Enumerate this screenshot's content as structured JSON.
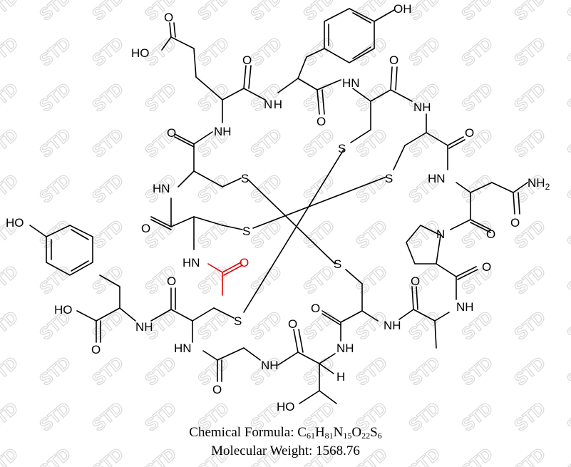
{
  "watermark": {
    "text": "STD",
    "color": "#d9d9d9"
  },
  "structure": {
    "highlight_color": "#e00000",
    "atom_labels": {
      "top_oh": "OH",
      "glu_acid_ho": "HO",
      "glu_o_top": "O",
      "glu_o_carbonyl": "O",
      "nh_tyr": "N H",
      "o_tyr_carbonyl": "O",
      "nh_cys_top": "HN",
      "o_cys_top": "O",
      "nh_asn": "NH",
      "o_cys_top_right": "O",
      "nh_glu": "NH",
      "o_glu_left": "O",
      "s_top_left": "S",
      "s_center_left": "S",
      "s_center_right": "S",
      "hn_asn": "HN",
      "nh2": "NH2",
      "o_asn": "O",
      "hn_cys_left": "HN",
      "o_cys_left": "O",
      "s_mid": "S",
      "n_pro": "N",
      "o_pro": "O",
      "ho_tyr_left": "HO",
      "hn_red": "HN",
      "o_red": "O",
      "s_right_mid": "S",
      "o_pro_ala": "O",
      "nh_ala": "NH",
      "ho_acid": "HO",
      "o_acid": "O",
      "nh_tyr_left": "NH",
      "o_cys_bottom": "O",
      "s_bottom": "S",
      "o_thr_top": "O",
      "o_cys_b2": "O",
      "nh_cys_b2": "NH",
      "o_ala": "O",
      "hn_gly": "HN",
      "nh_gly2": "NH",
      "o_gly": "O",
      "nh_thr": "NH",
      "h_thr": "H",
      "ho_thr": "HO"
    }
  },
  "caption": {
    "formula_label": "Chemical Formula: ",
    "formula": [
      {
        "t": "C"
      },
      {
        "s": "61"
      },
      {
        "t": "H"
      },
      {
        "s": "81"
      },
      {
        "t": "N"
      },
      {
        "s": "15"
      },
      {
        "t": "O"
      },
      {
        "s": "22"
      },
      {
        "t": "S"
      },
      {
        "s": "6"
      }
    ],
    "mw_label": "Molecular Weight: ",
    "mw_value": "1568.76"
  }
}
